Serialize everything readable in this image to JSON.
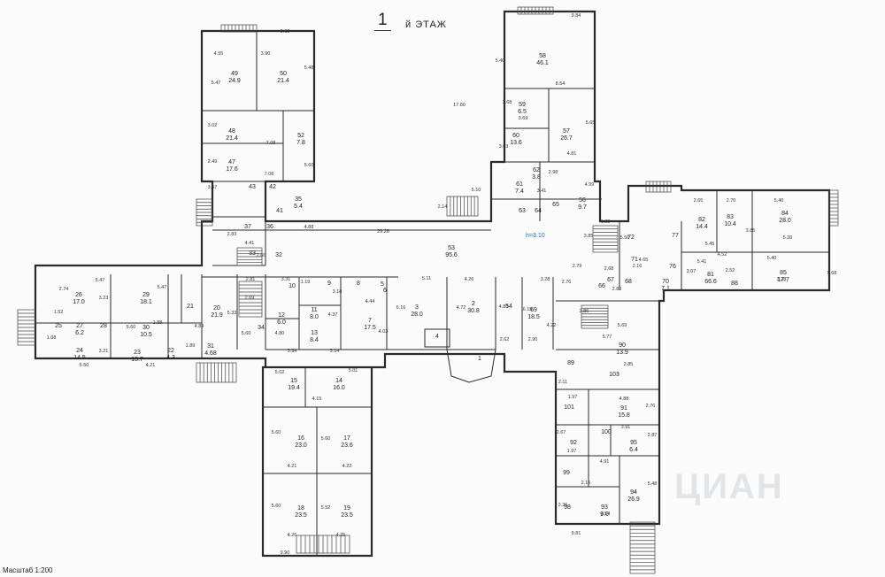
{
  "title": {
    "number": "1",
    "word": "й ЭТАЖ"
  },
  "scale": "Масштаб 1:200",
  "height_mark": "h=3.10",
  "watermark": "ЦИАН",
  "colors": {
    "wall": "#2a2a2a",
    "text": "#222222",
    "accent": "#2b6cc4",
    "paper": "#fbfbfb"
  },
  "rooms": [
    {
      "n": "49",
      "a": "24.9"
    },
    {
      "n": "50",
      "a": "21.4"
    },
    {
      "n": "48",
      "a": "21.4"
    },
    {
      "n": "52",
      "a": "7.8"
    },
    {
      "n": "47",
      "a": "17.6"
    },
    {
      "n": "43",
      "a": ""
    },
    {
      "n": "42",
      "a": ""
    },
    {
      "n": "35",
      "a": "5.4"
    },
    {
      "n": "41",
      "a": ""
    },
    {
      "n": "37",
      "a": ""
    },
    {
      "n": "36",
      "a": ""
    },
    {
      "n": "33",
      "a": ""
    },
    {
      "n": "32",
      "a": ""
    },
    {
      "n": "58",
      "a": "46.1"
    },
    {
      "n": "59",
      "a": "6.5"
    },
    {
      "n": "60",
      "a": "13.6"
    },
    {
      "n": "57",
      "a": "26.7"
    },
    {
      "n": "62",
      "a": "3.8"
    },
    {
      "n": "61",
      "a": "7.4"
    },
    {
      "n": "63",
      "a": ""
    },
    {
      "n": "64",
      "a": ""
    },
    {
      "n": "65",
      "a": ""
    },
    {
      "n": "56",
      "a": "9.7"
    },
    {
      "n": "53",
      "a": "95.6"
    },
    {
      "n": "26",
      "a": "17.0"
    },
    {
      "n": "29",
      "a": "18.1"
    },
    {
      "n": "27",
      "a": "6.2"
    },
    {
      "n": "25",
      "a": ""
    },
    {
      "n": "28",
      "a": ""
    },
    {
      "n": "30",
      "a": "10.5"
    },
    {
      "n": "24",
      "a": "14.5"
    },
    {
      "n": "23",
      "a": "13.7"
    },
    {
      "n": "22",
      "a": "4.3"
    },
    {
      "n": "21",
      "a": ""
    },
    {
      "n": "20",
      "a": "21.9"
    },
    {
      "n": "31",
      "a": "4.68"
    },
    {
      "n": "10",
      "a": ""
    },
    {
      "n": "9",
      "a": ""
    },
    {
      "n": "8",
      "a": ""
    },
    {
      "n": "11",
      "a": "8.0"
    },
    {
      "n": "12",
      "a": "6.0"
    },
    {
      "n": "13",
      "a": "8.4"
    },
    {
      "n": "7",
      "a": "17.5"
    },
    {
      "n": "6",
      "a": ""
    },
    {
      "n": "5",
      "a": ""
    },
    {
      "n": "3",
      "a": "28.0"
    },
    {
      "n": "2",
      "a": "30.8"
    },
    {
      "n": "54",
      "a": ""
    },
    {
      "n": "69",
      "a": "18.5"
    },
    {
      "n": "66",
      "a": ""
    },
    {
      "n": "67",
      "a": ""
    },
    {
      "n": "68",
      "a": ""
    },
    {
      "n": "4",
      "a": ""
    },
    {
      "n": "1",
      "a": ""
    },
    {
      "n": "34",
      "a": ""
    },
    {
      "n": "15",
      "a": "19.4"
    },
    {
      "n": "14",
      "a": "16.0"
    },
    {
      "n": "16",
      "a": "23.0"
    },
    {
      "n": "17",
      "a": "23.6"
    },
    {
      "n": "18",
      "a": "23.5"
    },
    {
      "n": "19",
      "a": "23.5"
    },
    {
      "n": "82",
      "a": "14.4"
    },
    {
      "n": "83",
      "a": "10.4"
    },
    {
      "n": "84",
      "a": "28.0"
    },
    {
      "n": "81",
      "a": "66.6"
    },
    {
      "n": "88",
      "a": ""
    },
    {
      "n": "85",
      "a": "17.7"
    },
    {
      "n": "71",
      "a": ""
    },
    {
      "n": "72",
      "a": ""
    },
    {
      "n": "76",
      "a": ""
    },
    {
      "n": "77",
      "a": ""
    },
    {
      "n": "70",
      "a": "7.1"
    },
    {
      "n": "90",
      "a": "13.9"
    },
    {
      "n": "89",
      "a": ""
    },
    {
      "n": "103",
      "a": ""
    },
    {
      "n": "101",
      "a": ""
    },
    {
      "n": "91",
      "a": "15.8"
    },
    {
      "n": "100",
      "a": ""
    },
    {
      "n": "92",
      "a": ""
    },
    {
      "n": "95",
      "a": "6.4"
    },
    {
      "n": "99",
      "a": ""
    },
    {
      "n": "98",
      "a": ""
    },
    {
      "n": "93",
      "a": "9.0"
    },
    {
      "n": "94",
      "a": "26.9"
    }
  ],
  "dims": [
    "9.63",
    "4.55",
    "3.90",
    "5.47",
    "5.48",
    "3.02",
    "7.08",
    "2.49",
    "5.60",
    "7.08",
    "3.57",
    "2.83",
    "4.88",
    "4.41",
    "2.66",
    "9.84",
    "5.40",
    "8.54",
    "3.68",
    "3.69",
    "5.65",
    "3.63",
    "4.81",
    "2.98",
    "3.41",
    "4.99",
    "17.80",
    "5.10",
    "2.14",
    "29.28",
    "1.38",
    "5.50",
    "3.85",
    "2.68",
    "2.16",
    "4.65",
    "2.80",
    "2.79",
    "2.65",
    "2.70",
    "5.40",
    "5.45",
    "4.52",
    "3.85",
    "5.20",
    "5.41",
    "2.52",
    "5.40",
    "3.07",
    "3.28",
    "9.68",
    "5.47",
    "2.74",
    "3.23",
    "5.47",
    "1.52",
    "5.60",
    "1.08",
    "1.88",
    "3.21",
    "5.50",
    "4.21",
    "4.89",
    "1.89",
    "2.81",
    "3.31",
    "1.19",
    "2.69",
    "5.33",
    "5.60",
    "4.80",
    "4.44",
    "3.18",
    "4.37",
    "6.16",
    "4.03",
    "5.11",
    "4.26",
    "4.72",
    "4.83",
    "6.15",
    "3.28",
    "2.62",
    "2.90",
    "4.22",
    "2.76",
    "2.86",
    "3.94",
    "3.14",
    "5.02",
    "5.01",
    "4.15",
    "5.60",
    "5.60",
    "4.21",
    "4.22",
    "5.60",
    "5.52",
    "4.26",
    "4.25",
    "9.90",
    "5.69",
    "5.77",
    "2.85",
    "2.11",
    "4.88",
    "1.97",
    "2.76",
    "3.91",
    "2.87",
    "2.67",
    "1.97",
    "4.91",
    "5.48",
    "2.15",
    "2.36",
    "3.54",
    "9.81"
  ]
}
